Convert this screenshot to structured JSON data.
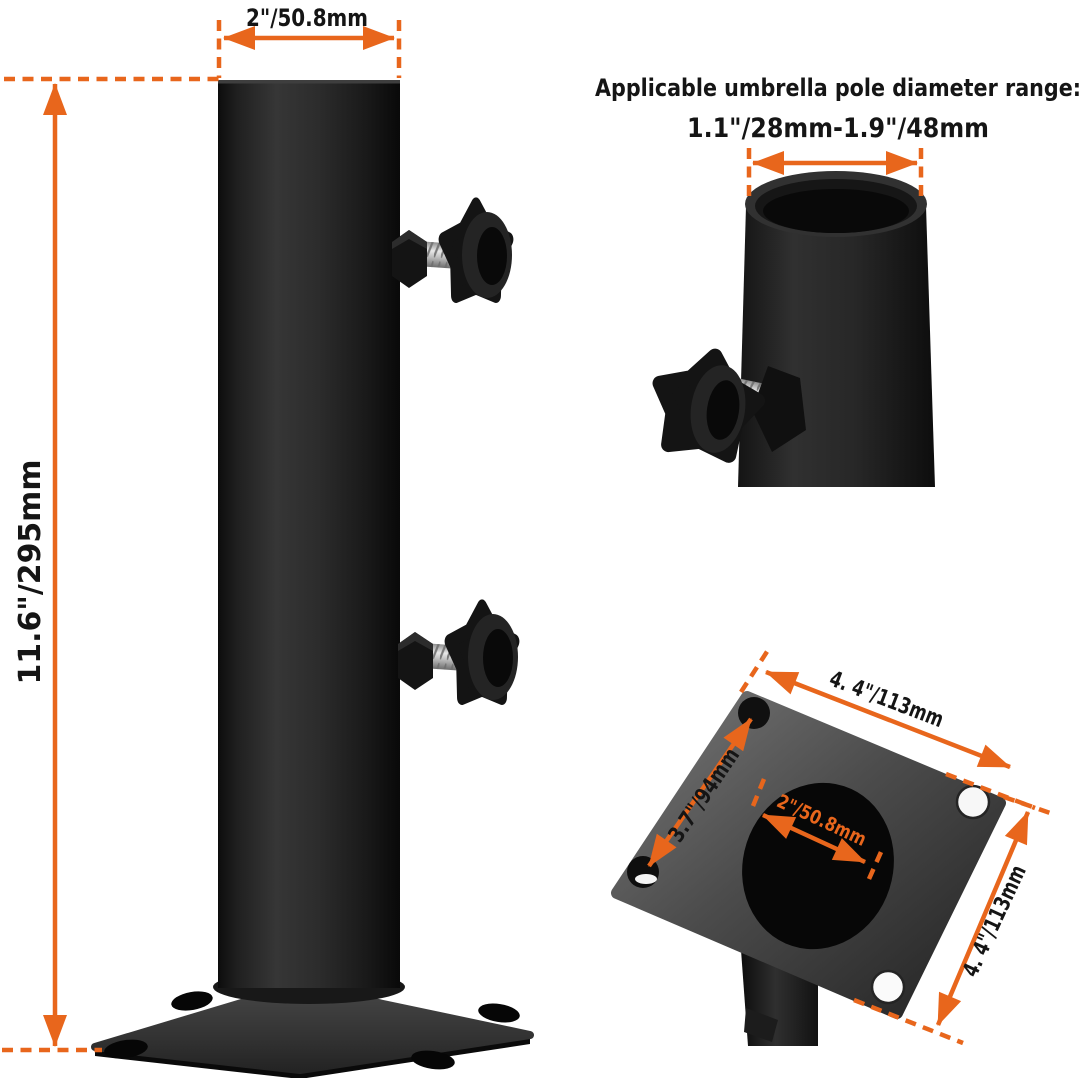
{
  "colors": {
    "accent": "#E8661C",
    "text": "#151515",
    "background": "#FFFFFF",
    "product_black": "#1E1E1E",
    "plate_gray": "#4C4C4C"
  },
  "main_view": {
    "top_width_label": "2\"/50.8mm",
    "height_label": "11.6\"/295mm"
  },
  "pole_inset": {
    "title": "Applicable umbrella pole diameter range:",
    "range_label": "1.1\"/28mm-1.9\"/48mm"
  },
  "plate_inset": {
    "top_edge_label": "4. 4\"/113mm",
    "left_edge_label": "3.7\"/94mm",
    "center_hole_label": "2\"/50.8mm",
    "right_edge_label": "4. 4\"/113mm"
  }
}
